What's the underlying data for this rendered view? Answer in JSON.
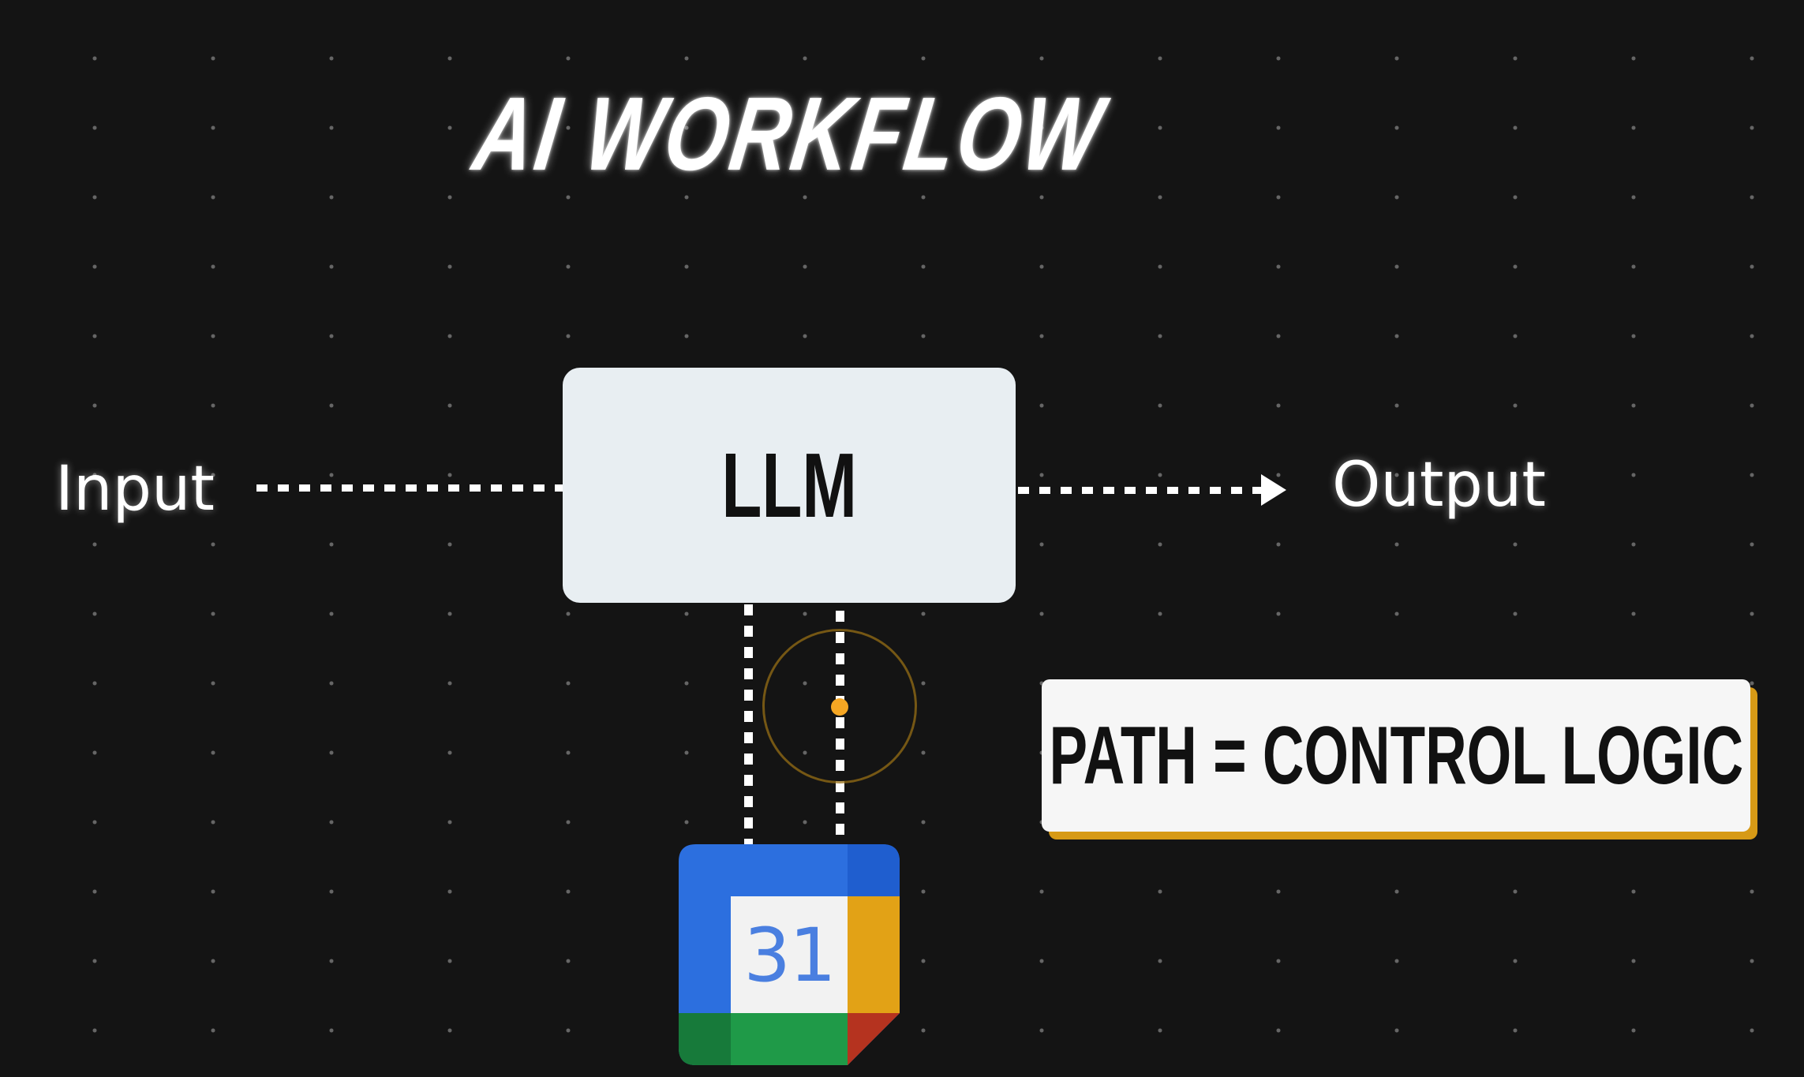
{
  "title": "AI WORKFLOW",
  "input_label": "Input",
  "output_label": "Output",
  "llm_label": "LLM",
  "callout": "PATH = CONTROL LOGIC",
  "calendar": {
    "day": "31",
    "icon": "google-calendar-icon"
  },
  "colors": {
    "background": "#141414",
    "llm_box": "#e8eef2",
    "callout_accent": "#d79a16",
    "focus_dot": "#f5a623"
  }
}
